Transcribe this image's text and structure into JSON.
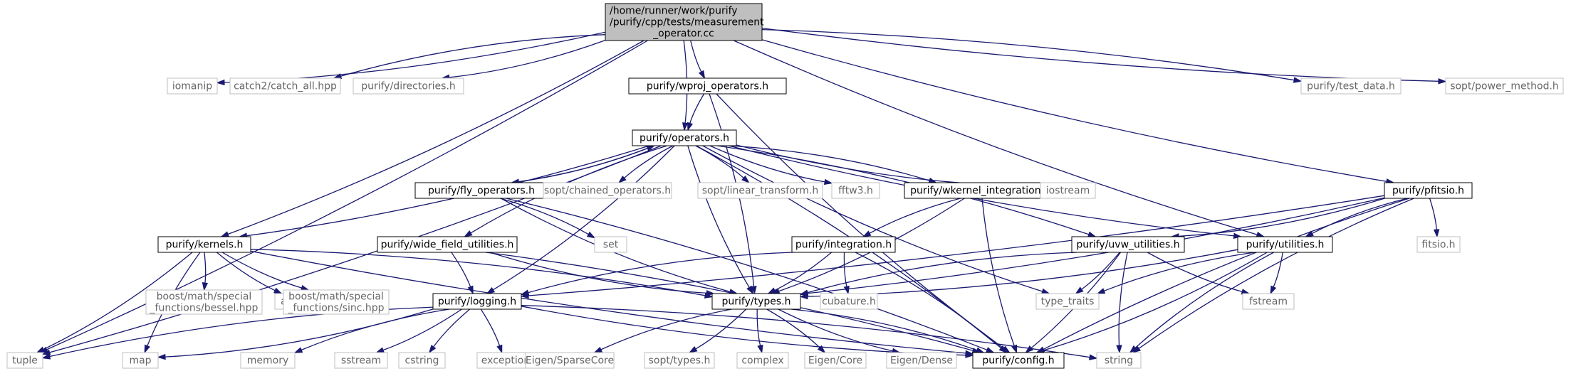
{
  "colors": {
    "edge": "#191970",
    "root_fill": "#bfbfbf",
    "internal_border": "#000000",
    "external_border": "#bfbfbf",
    "external_text": "#666666"
  },
  "nodes": [
    {
      "id": "root",
      "kind": "root",
      "lines": [
        "/home/runner/work/purify",
        "/purify/cpp/tests/measurement",
        "_operator.cc"
      ]
    },
    {
      "id": "iomanip",
      "kind": "external",
      "lines": [
        "iomanip"
      ]
    },
    {
      "id": "catch",
      "kind": "external",
      "lines": [
        "catch2/catch_all.hpp"
      ]
    },
    {
      "id": "directories",
      "kind": "external",
      "lines": [
        "purify/directories.h"
      ]
    },
    {
      "id": "wproj",
      "kind": "internal",
      "lines": [
        "purify/wproj_operators.h"
      ]
    },
    {
      "id": "testdata",
      "kind": "external",
      "lines": [
        "purify/test_data.h"
      ]
    },
    {
      "id": "powermethod",
      "kind": "external",
      "lines": [
        "sopt/power_method.h"
      ]
    },
    {
      "id": "operators",
      "kind": "internal",
      "lines": [
        "purify/operators.h"
      ]
    },
    {
      "id": "fly",
      "kind": "internal",
      "lines": [
        "purify/fly_operators.h"
      ]
    },
    {
      "id": "chained",
      "kind": "external",
      "lines": [
        "sopt/chained_operators.h"
      ]
    },
    {
      "id": "lintrans",
      "kind": "external",
      "lines": [
        "sopt/linear_transform.h"
      ]
    },
    {
      "id": "fftw",
      "kind": "external",
      "lines": [
        "fftw3.h"
      ]
    },
    {
      "id": "wkernel",
      "kind": "internal",
      "lines": [
        "purify/wkernel_integration.h"
      ]
    },
    {
      "id": "iostream",
      "kind": "external",
      "lines": [
        "iostream"
      ]
    },
    {
      "id": "pfitsio",
      "kind": "internal",
      "lines": [
        "purify/pfitsio.h"
      ]
    },
    {
      "id": "kernels",
      "kind": "internal",
      "lines": [
        "purify/kernels.h"
      ]
    },
    {
      "id": "widefield",
      "kind": "internal",
      "lines": [
        "purify/wide_field_utilities.h"
      ]
    },
    {
      "id": "set",
      "kind": "external",
      "lines": [
        "set"
      ]
    },
    {
      "id": "integration",
      "kind": "internal",
      "lines": [
        "purify/integration.h"
      ]
    },
    {
      "id": "uvw",
      "kind": "internal",
      "lines": [
        "purify/uvw_utilities.h"
      ]
    },
    {
      "id": "utilities",
      "kind": "internal",
      "lines": [
        "purify/utilities.h"
      ]
    },
    {
      "id": "fitsio",
      "kind": "external",
      "lines": [
        "fitsio.h"
      ]
    },
    {
      "id": "array",
      "kind": "external",
      "lines": [
        "array"
      ]
    },
    {
      "id": "bessel",
      "kind": "external",
      "lines": [
        "boost/math/special",
        "_functions/bessel.hpp"
      ]
    },
    {
      "id": "sinc",
      "kind": "external",
      "lines": [
        "boost/math/special",
        "_functions/sinc.hpp"
      ]
    },
    {
      "id": "logging",
      "kind": "internal",
      "lines": [
        "purify/logging.h"
      ]
    },
    {
      "id": "types",
      "kind": "internal",
      "lines": [
        "purify/types.h"
      ]
    },
    {
      "id": "cubature",
      "kind": "external",
      "lines": [
        "cubature.h"
      ]
    },
    {
      "id": "typetraits",
      "kind": "external",
      "lines": [
        "type_traits"
      ]
    },
    {
      "id": "fstream",
      "kind": "external",
      "lines": [
        "fstream"
      ]
    },
    {
      "id": "tuple",
      "kind": "external",
      "lines": [
        "tuple"
      ]
    },
    {
      "id": "map",
      "kind": "external",
      "lines": [
        "map"
      ]
    },
    {
      "id": "memory",
      "kind": "external",
      "lines": [
        "memory"
      ]
    },
    {
      "id": "sstream",
      "kind": "external",
      "lines": [
        "sstream"
      ]
    },
    {
      "id": "cstring",
      "kind": "external",
      "lines": [
        "cstring"
      ]
    },
    {
      "id": "exception",
      "kind": "external",
      "lines": [
        "exception"
      ]
    },
    {
      "id": "sparsecore",
      "kind": "external",
      "lines": [
        "Eigen/SparseCore"
      ]
    },
    {
      "id": "sopttypes",
      "kind": "external",
      "lines": [
        "sopt/types.h"
      ]
    },
    {
      "id": "complex",
      "kind": "external",
      "lines": [
        "complex"
      ]
    },
    {
      "id": "eigencore",
      "kind": "external",
      "lines": [
        "Eigen/Core"
      ]
    },
    {
      "id": "eigendense",
      "kind": "external",
      "lines": [
        "Eigen/Dense"
      ]
    },
    {
      "id": "config",
      "kind": "internal",
      "lines": [
        "purify/config.h"
      ]
    },
    {
      "id": "string",
      "kind": "external",
      "lines": [
        "string"
      ]
    }
  ],
  "edges": [
    [
      "root",
      "iomanip"
    ],
    [
      "root",
      "catch"
    ],
    [
      "root",
      "directories"
    ],
    [
      "root",
      "wproj"
    ],
    [
      "root",
      "testdata"
    ],
    [
      "root",
      "powermethod"
    ],
    [
      "root",
      "operators"
    ],
    [
      "root",
      "pfitsio"
    ],
    [
      "root",
      "kernels"
    ],
    [
      "root",
      "utilities"
    ],
    [
      "root",
      "tuple"
    ],
    [
      "wproj",
      "operators"
    ],
    [
      "wproj",
      "types"
    ],
    [
      "wproj",
      "config"
    ],
    [
      "operators",
      "fly"
    ],
    [
      "operators",
      "chained"
    ],
    [
      "operators",
      "lintrans"
    ],
    [
      "operators",
      "fftw"
    ],
    [
      "operators",
      "wkernel"
    ],
    [
      "operators",
      "iostream"
    ],
    [
      "operators",
      "kernels"
    ],
    [
      "operators",
      "widefield"
    ],
    [
      "operators",
      "uvw"
    ],
    [
      "operators",
      "utilities"
    ],
    [
      "operators",
      "logging"
    ],
    [
      "operators",
      "types"
    ],
    [
      "operators",
      "config"
    ],
    [
      "operators",
      "typetraits"
    ],
    [
      "operators",
      "tuple"
    ],
    [
      "fly",
      "operators"
    ],
    [
      "fly",
      "set"
    ],
    [
      "fly",
      "types"
    ],
    [
      "fly",
      "config"
    ],
    [
      "wkernel",
      "integration"
    ],
    [
      "wkernel",
      "types"
    ],
    [
      "wkernel",
      "config"
    ],
    [
      "pfitsio",
      "fitsio"
    ],
    [
      "pfitsio",
      "string"
    ],
    [
      "pfitsio",
      "uvw"
    ],
    [
      "pfitsio",
      "utilities"
    ],
    [
      "pfitsio",
      "types"
    ],
    [
      "pfitsio",
      "config"
    ],
    [
      "pfitsio",
      "logging"
    ],
    [
      "kernels",
      "array"
    ],
    [
      "kernels",
      "bessel"
    ],
    [
      "kernels",
      "sinc"
    ],
    [
      "kernels",
      "tuple"
    ],
    [
      "kernels",
      "map"
    ],
    [
      "kernels",
      "types"
    ],
    [
      "kernels",
      "config"
    ],
    [
      "widefield",
      "logging"
    ],
    [
      "widefield",
      "types"
    ],
    [
      "widefield",
      "config"
    ],
    [
      "integration",
      "cubature"
    ],
    [
      "integration",
      "types"
    ],
    [
      "integration",
      "logging"
    ],
    [
      "integration",
      "config"
    ],
    [
      "uvw",
      "types"
    ],
    [
      "uvw",
      "typetraits"
    ],
    [
      "uvw",
      "fstream"
    ],
    [
      "uvw",
      "config"
    ],
    [
      "uvw",
      "string"
    ],
    [
      "utilities",
      "types"
    ],
    [
      "utilities",
      "typetraits"
    ],
    [
      "utilities",
      "fstream"
    ],
    [
      "utilities",
      "string"
    ],
    [
      "utilities",
      "config"
    ],
    [
      "logging",
      "tuple"
    ],
    [
      "logging",
      "map"
    ],
    [
      "logging",
      "memory"
    ],
    [
      "logging",
      "sstream"
    ],
    [
      "logging",
      "cstring"
    ],
    [
      "logging",
      "exception"
    ],
    [
      "logging",
      "config"
    ],
    [
      "logging",
      "string"
    ],
    [
      "types",
      "sparsecore"
    ],
    [
      "types",
      "sopttypes"
    ],
    [
      "types",
      "complex"
    ],
    [
      "types",
      "eigencore"
    ],
    [
      "types",
      "eigendense"
    ],
    [
      "types",
      "config"
    ]
  ]
}
